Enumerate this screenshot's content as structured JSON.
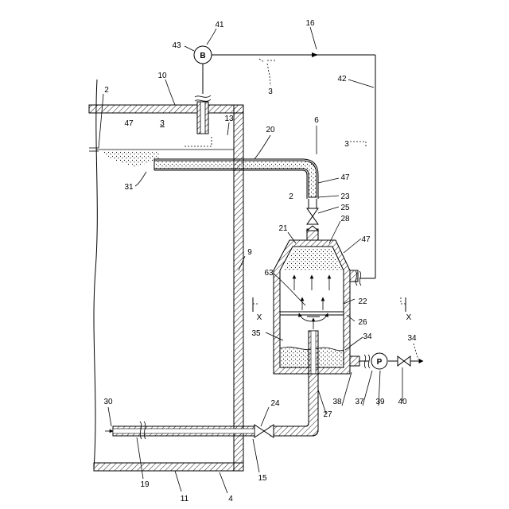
{
  "labels": {
    "n41": "41",
    "n43": "43",
    "n16": "16",
    "B": "B",
    "n42": "42",
    "n10": "10",
    "n2_tank": "2",
    "n3_top": "3",
    "n3_inner": "3",
    "n13": "13",
    "n47_tank": "47",
    "n31": "31",
    "n20": "20",
    "n6": "6",
    "n3_right": "3",
    "n47_pipe": "47",
    "n2_pipe": "2",
    "n23": "23",
    "n25": "25",
    "n21": "21",
    "n28": "28",
    "n47_vessel": "47",
    "n9": "9",
    "n63": "63",
    "X_left": "X",
    "n22": "22",
    "X_right": "X",
    "n26": "26",
    "n35": "35",
    "n34_inner": "34",
    "n34_outer": "34",
    "P": "P",
    "n38": "38",
    "n37": "37",
    "n39": "39",
    "n40": "40",
    "n27": "27",
    "n30": "30",
    "n24": "24",
    "n15": "15",
    "n19": "19",
    "n11": "11",
    "n4": "4"
  }
}
